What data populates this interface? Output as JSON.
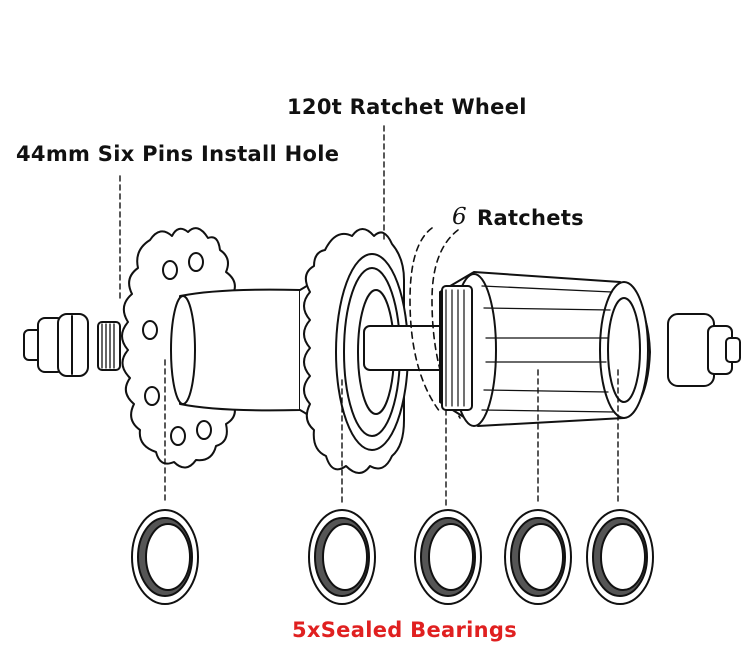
{
  "labels": {
    "ratchet_wheel": "120t Ratchet Wheel",
    "install_hole": "44mm Six Pins Install Hole",
    "ratchets_count": "6",
    "ratchets": "Ratchets",
    "bearings": "5xSealed Bearings"
  },
  "colors": {
    "line": "#111111",
    "bearing_seal": "#555555",
    "bearings_label": "#e02020"
  }
}
